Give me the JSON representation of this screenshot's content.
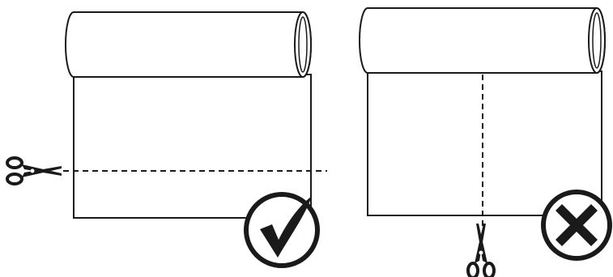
{
  "colors": {
    "ink": "#1a1a1a",
    "paper": "#ffffff"
  },
  "panels": [
    {
      "id": "left",
      "cut_direction": "horizontal",
      "verdict": "correct",
      "verdict_icon": "check-mark-icon",
      "cut_icon": "scissors-icon"
    },
    {
      "id": "right",
      "cut_direction": "vertical",
      "verdict": "incorrect",
      "verdict_icon": "cross-mark-icon",
      "cut_icon": "scissors-icon"
    }
  ]
}
